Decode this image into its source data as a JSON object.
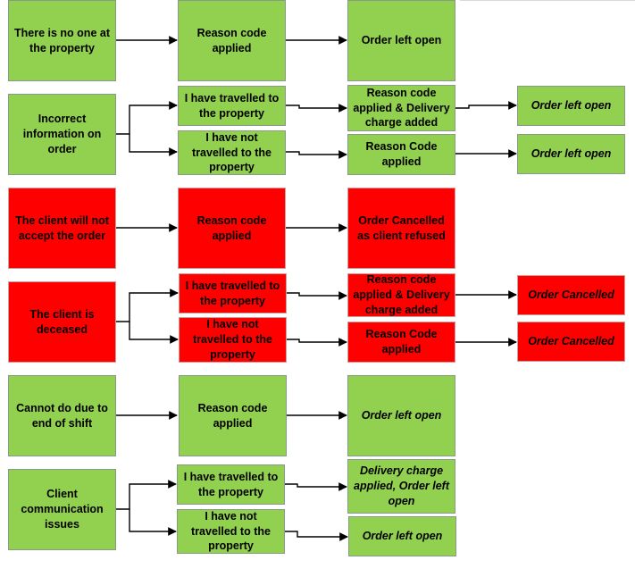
{
  "colors": {
    "green": "#92d050",
    "red": "#ff0000",
    "line": "#000000"
  },
  "rows": [
    {
      "color": "green",
      "cause": "There is no one at the property",
      "step": "Reason code applied",
      "outcome": "Order left open"
    },
    {
      "color": "green",
      "cause": "Incorrect information on order",
      "branches": [
        {
          "step": "I have travelled to the property",
          "result": "Reason code applied & Delivery charge added",
          "outcome": "Order left open"
        },
        {
          "step": "I have not travelled to the property",
          "result": "Reason Code applied",
          "outcome": "Order left open"
        }
      ]
    },
    {
      "color": "red",
      "cause": "The client will not accept the order",
      "step": "Reason code applied",
      "outcome": "Order Cancelled as client refused"
    },
    {
      "color": "red",
      "cause": "The client is deceased",
      "branches": [
        {
          "step": "I have travelled to the property",
          "result": "Reason code applied & Delivery charge added",
          "outcome": "Order Cancelled"
        },
        {
          "step": "I have not travelled to the property",
          "result": "Reason Code applied",
          "outcome": "Order Cancelled"
        }
      ]
    },
    {
      "color": "green",
      "cause": "Cannot do due to end of shift",
      "step": "Reason code applied",
      "outcome": "Order left open"
    },
    {
      "color": "green",
      "cause": "Client communication issues",
      "branches": [
        {
          "step": "I have travelled to the property",
          "outcome": "Delivery charge applied, Order left open"
        },
        {
          "step": "I have not travelled to the property",
          "outcome": "Order left open"
        }
      ]
    }
  ]
}
